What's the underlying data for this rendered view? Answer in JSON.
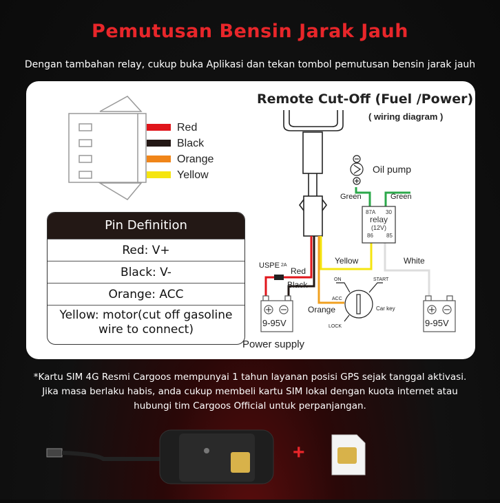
{
  "title": "Pemutusan Bensin Jarak Jauh",
  "subtitle": "Dengan tambahan relay, cukup buka Aplikasi dan tekan tombol pemutusan bensin jarak jauh",
  "connector": {
    "wires": [
      {
        "label": "Red",
        "color": "#e0151b"
      },
      {
        "label": "Black",
        "color": "#231815"
      },
      {
        "label": "Orange",
        "color": "#f08519"
      },
      {
        "label": "Yellow",
        "color": "#f5e50f"
      }
    ]
  },
  "pin_definition": {
    "header": "Pin Definition",
    "rows": [
      "Red: V+",
      "Black: V-",
      "Orange: ACC",
      "Yellow: motor(cut off gasoline wire to connect)"
    ]
  },
  "diagram": {
    "title": "Remote Cut-Off (Fuel /Power)",
    "subtitle": "( wiring diagram )",
    "oil_pump": "Oil pump",
    "green_left": "Green",
    "green_right": "Green",
    "relay": {
      "label": "relay",
      "voltage": "(12V)",
      "pin_87a": "87A",
      "pin_30": "30",
      "pin_86": "86",
      "pin_85": "85"
    },
    "yellow": "Yellow",
    "white": "White",
    "fuse": "USPE",
    "fuse_rating": "2A",
    "red": "Red",
    "black": "Black",
    "orange": "Orange",
    "key": {
      "on": "ON",
      "start": "START",
      "acc": "ACC",
      "lock": "LOCK",
      "label": "Car key"
    },
    "battery_left": "9-95V",
    "battery_right": "9-95V",
    "power_supply": "Power supply"
  },
  "note": [
    "*Kartu SIM 4G Resmi Cargoos mempunyai 1 tahun layanan posisi GPS sejak tanggal aktivasi.",
    "Jika masa berlaku habis, anda cukup membeli kartu SIM lokal dengan kuota internet atau",
    "hubungi tim Cargoos Official untuk perpanjangan."
  ],
  "plus": "+"
}
